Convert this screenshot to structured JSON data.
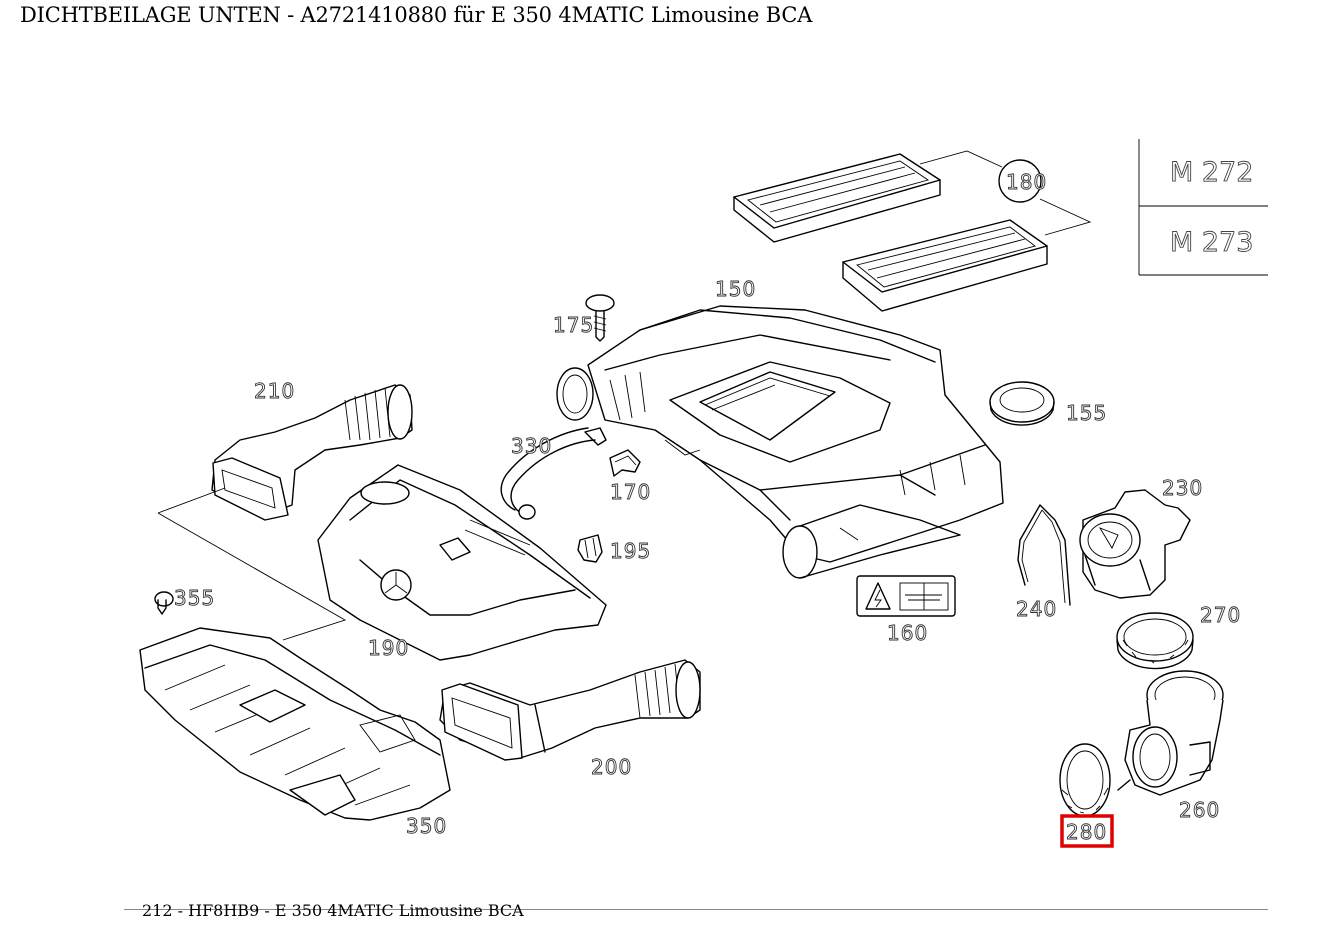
{
  "header": {
    "title": "DICHTBEILAGE UNTEN - A2721410880 für E 350 4MATIC Limousine BCA"
  },
  "footer": {
    "text": "212 - HF8HB9 - E 350 4MATIC Limousine BCA"
  },
  "engine_variants": [
    "M 272",
    "M 273"
  ],
  "highlight_color": "#e00000",
  "selected_part": "280",
  "parts": [
    {
      "id": "150",
      "label": "150"
    },
    {
      "id": "155",
      "label": "155"
    },
    {
      "id": "160",
      "label": "160"
    },
    {
      "id": "170",
      "label": "170"
    },
    {
      "id": "175",
      "label": "175"
    },
    {
      "id": "180",
      "label": "180"
    },
    {
      "id": "190",
      "label": "190"
    },
    {
      "id": "195",
      "label": "195"
    },
    {
      "id": "200",
      "label": "200"
    },
    {
      "id": "210",
      "label": "210"
    },
    {
      "id": "230",
      "label": "230"
    },
    {
      "id": "240",
      "label": "240"
    },
    {
      "id": "260",
      "label": "260"
    },
    {
      "id": "270",
      "label": "270"
    },
    {
      "id": "280",
      "label": "280"
    },
    {
      "id": "330",
      "label": "330"
    },
    {
      "id": "350",
      "label": "350"
    },
    {
      "id": "355",
      "label": "355"
    }
  ]
}
